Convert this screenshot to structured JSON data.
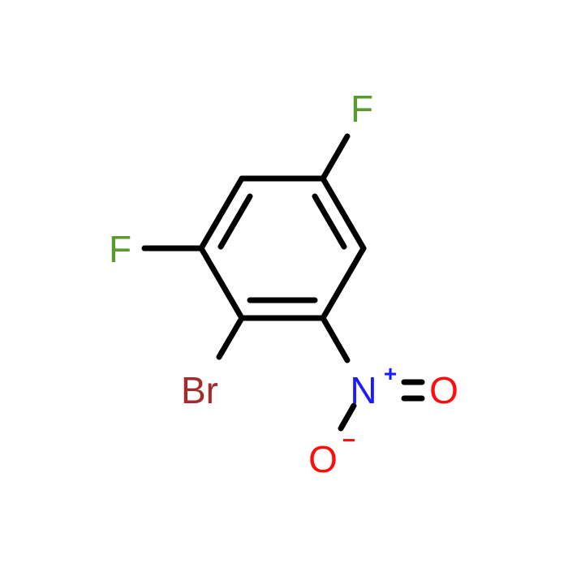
{
  "molecule": {
    "atoms": {
      "f_top": {
        "label": "F",
        "color": "#5a9a2e"
      },
      "f_left": {
        "label": "F",
        "color": "#5a9a2e"
      },
      "br": {
        "label": "Br",
        "color": "#a52a2a"
      },
      "n": {
        "label": "N",
        "color": "#1a1aff",
        "charge": "+"
      },
      "o_double": {
        "label": "O",
        "color": "#ff0d0d"
      },
      "o_minus": {
        "label": "O",
        "color": "#ff0d0d",
        "charge": "−"
      }
    }
  }
}
